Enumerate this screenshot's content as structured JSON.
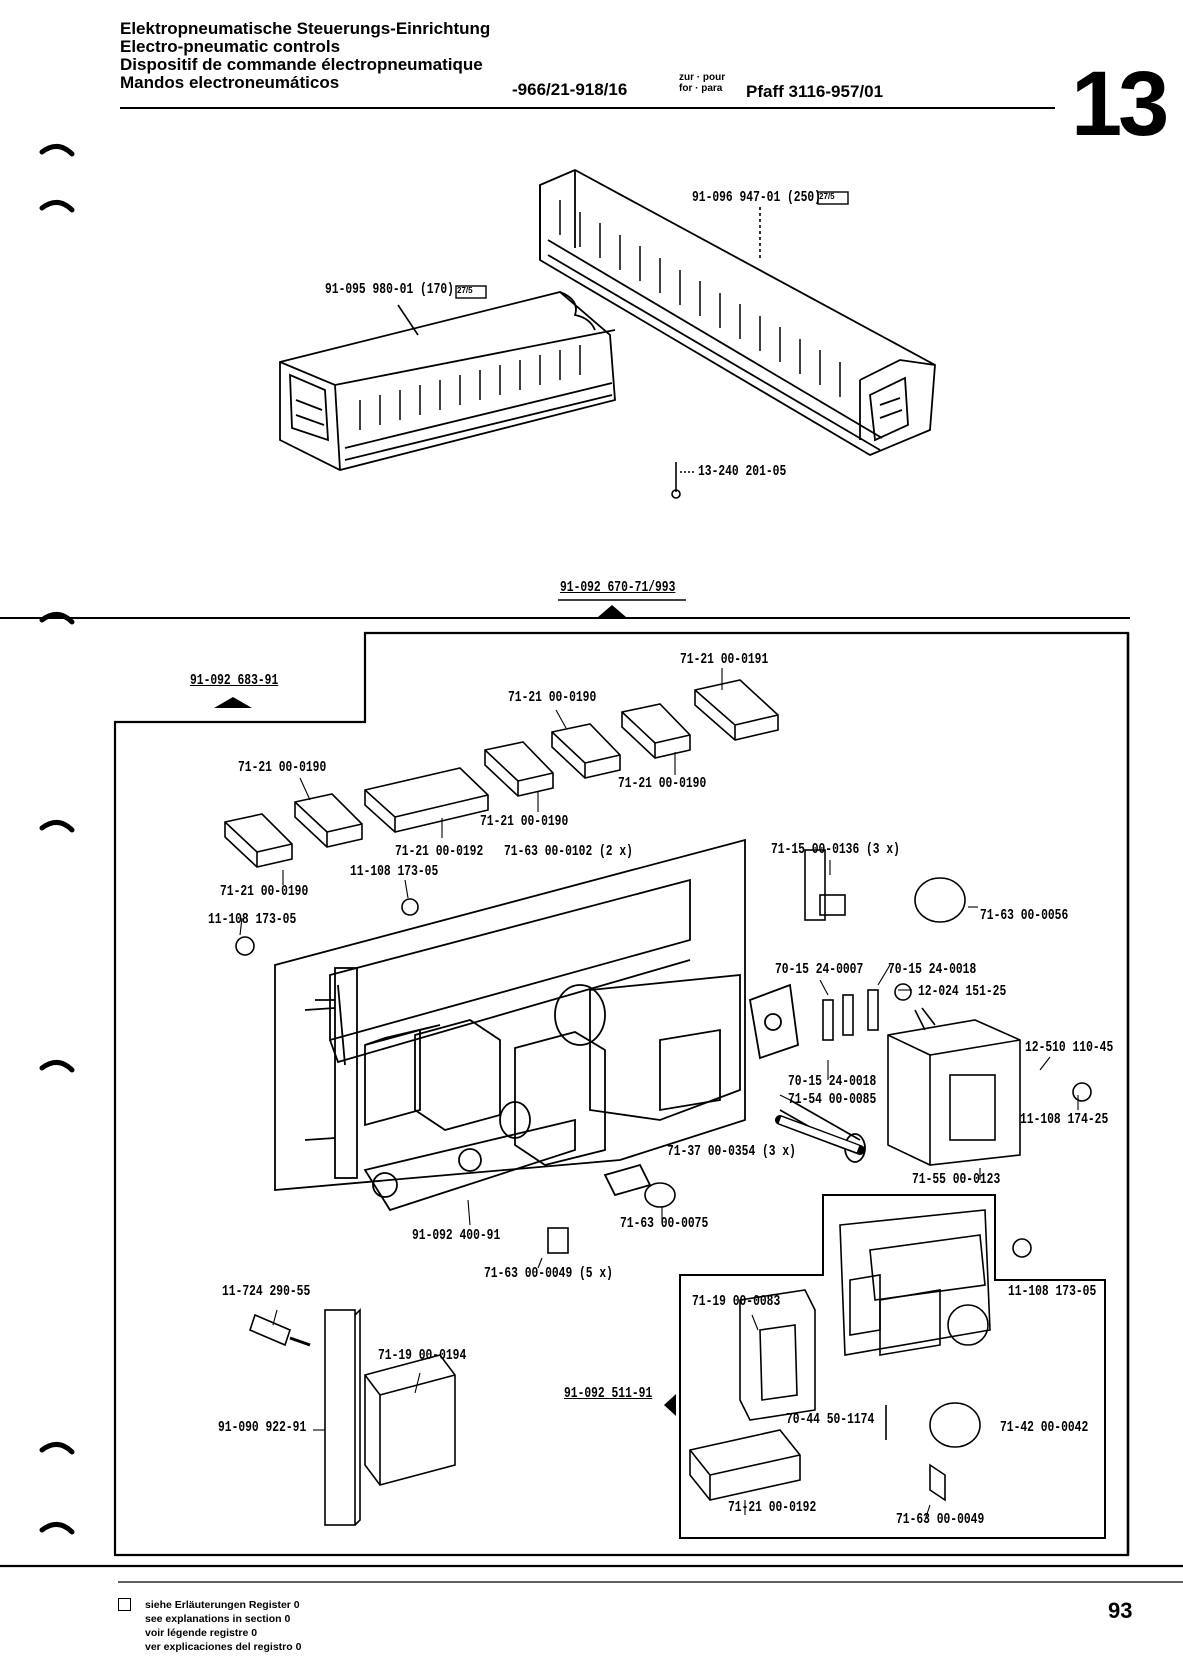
{
  "header": {
    "title_de": "Elektropneumatische Steuerungs-Einrichtung",
    "title_en": "Electro-pneumatic controls",
    "title_fr": "Dispositif de commande électropneumatique",
    "title_es": "Mandos electroneumáticos",
    "model_code": "-966/21-918/16",
    "zur_pour": "zur · pour",
    "for_para": "for · para",
    "machine": "Pfaff 3116-957/01",
    "section_number": "13"
  },
  "parts": {
    "duct_long": "91-096 947-01 (250)",
    "duct_short": "91-095 980-01 (170)",
    "ref_box": "27/5",
    "pin": "13-240 201-05",
    "assembly": "91-092 670-71/993",
    "subassembly": "91-092 683-91",
    "t_0191": "71-21 00-0191",
    "t_0190_a": "71-21 00-0190",
    "t_0190_b": "71-21 00-0190",
    "t_0190_c": "71-21 00-0190",
    "t_0190_d": "71-21 00-0190",
    "t_0190_e": "71-21 00-0190",
    "t_0192": "71-21 00-0192",
    "c_0102": "71-63 00-0102 (2 x)",
    "screw_a": "11-108 173-05",
    "screw_b": "11-108 173-05",
    "screw_c": "11-108 173-05",
    "holder_0136": "71-15 00-0136 (3 x)",
    "cap_0056": "71-63 00-0056",
    "fuse_0007": "70-15 24-0007",
    "fuse_0018_a": "70-15 24-0018",
    "nut_151": "12-024 151-25",
    "washer_110": "12-510 110-45",
    "screw_174": "11-108 174-25",
    "fuse_0018_b": "70-15 24-0018",
    "relay_0085": "71-54 00-0085",
    "spacer_0354": "71-37 00-0354 (3 x)",
    "trafo_0123": "71-55 00-0123",
    "board_400": "91-092 400-91",
    "cap_0075": "71-63 00-0075",
    "diode_0049": "71-63 00-0049 (5 x)",
    "standoff_290": "11-724 290-55",
    "relay_0194": "71-19 00-0194",
    "strip_922": "91-090 922-91",
    "board_511": "91-092 511-91",
    "relay_0083": "71-19 00-0083",
    "fuse_1174": "70-44 50-1174",
    "cap_0042": "71-42 00-0042",
    "t_0192_b": "71-21 00-0192",
    "diode_0049_b": "71-63 00-0049"
  },
  "footer": {
    "note_de": "siehe Erläuterungen Register 0",
    "note_en": "see explanations in section 0",
    "note_fr": "voir légende registre 0",
    "note_es": "ver explicaciones del registro 0",
    "page_number": "93"
  },
  "icons": [
    "binder-hole-marker",
    "checkbox-icon",
    "triangle-pointer-icon"
  ]
}
